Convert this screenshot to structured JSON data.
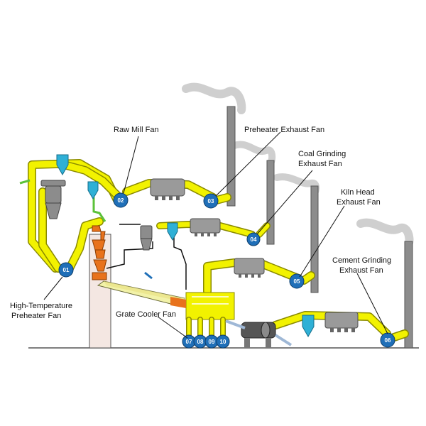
{
  "labels": {
    "raw_mill_fan": "Raw Mill Fan",
    "preheater_exhaust_fan": "Preheater Exhaust Fan",
    "coal_grinding_l1": "Coal Grinding",
    "coal_grinding_l2": "Exhaust Fan",
    "kiln_head_l1": "Kiln Head",
    "kiln_head_l2": "Exhaust Fan",
    "cement_grinding_l1": "Cement Grinding",
    "cement_grinding_l2": "Exhaust Fan",
    "high_temp_l1": "High-Temperature",
    "high_temp_l2": "Preheater Fan",
    "grate_cooler_fan": "Grate Cooler Fan"
  },
  "fans": {
    "f01": "01",
    "f02": "02",
    "f03": "03",
    "f04": "04",
    "f05": "05",
    "f06": "06",
    "f07": "07",
    "f08": "08",
    "f09": "09",
    "f10": "10"
  },
  "colors": {
    "duct": "#f2f200",
    "duct_edge": "#8a8a00",
    "fan": "#1f6fb8",
    "stack": "#8c8c8c",
    "kiln_hot": "#e8721c",
    "green_line": "#5cc23a"
  }
}
